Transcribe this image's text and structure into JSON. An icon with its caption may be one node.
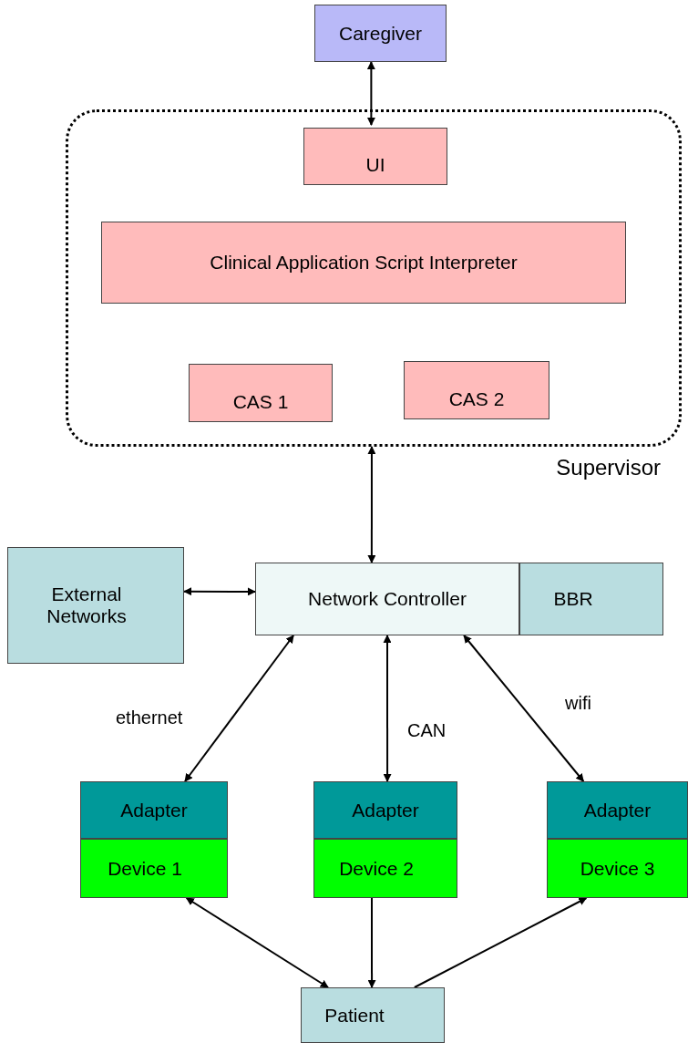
{
  "diagram": {
    "nodes": [
      {
        "text": [
          "Caregiver"
        ]
      },
      {
        "text": [
          "Supervisor"
        ]
      },
      {
        "text": [
          "UI"
        ],
        "in": 1
      },
      {
        "text": [
          "Clinical Application Script Interpreter"
        ],
        "in": 1
      },
      {
        "text": [
          "CAS 1"
        ],
        "in": 1
      },
      {
        "text": [
          "CAS 2"
        ],
        "in": 1
      },
      {
        "text": [
          "External Networks"
        ]
      },
      {
        "text": [
          "Network Controller"
        ]
      },
      {
        "text": [
          "BBR"
        ]
      },
      {
        "text": [
          "Adapter"
        ]
      },
      {
        "text": [
          "Device 1"
        ]
      },
      {
        "text": [
          "Adapter"
        ]
      },
      {
        "text": [
          "Device 2"
        ]
      },
      {
        "text": [
          "Adapter"
        ]
      },
      {
        "text": [
          "Device 3"
        ]
      },
      {
        "text": [
          "Patient"
        ]
      }
    ],
    "edges": [
      {
        "from": 0,
        "to": 2,
        "arrow": "both"
      },
      {
        "from": 1,
        "to": 7,
        "arrow": "both"
      },
      {
        "from": 6,
        "to": 7,
        "arrow": "both"
      },
      {
        "from": 7,
        "to": 9,
        "arrow": "both",
        "label": "ethernet"
      },
      {
        "from": 7,
        "to": 11,
        "arrow": "both",
        "label": "CAN"
      },
      {
        "from": 7,
        "to": 13,
        "arrow": "both",
        "label": "wifi"
      },
      {
        "from": 10,
        "to": 15,
        "arrow": "both"
      },
      {
        "from": 12,
        "to": 15,
        "arrow": "to"
      },
      {
        "from": 15,
        "to": 14,
        "arrow": "to"
      }
    ]
  }
}
